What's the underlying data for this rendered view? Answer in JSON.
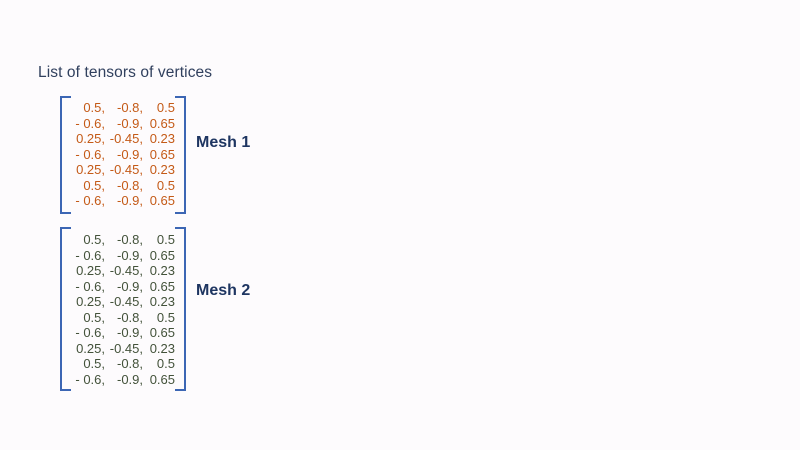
{
  "title": "List of tensors of vertices",
  "colors": {
    "background": "#FDFBFD",
    "title_text": "#31405E",
    "bracket_blue": "#3C66B4",
    "mesh_label_text": "#1E3561",
    "mesh1_values": "#C45A17",
    "mesh2_values": "#43523A"
  },
  "meshes": [
    {
      "label": "Mesh 1",
      "value_color": "#C45A17",
      "rows": [
        [
          "0.5,",
          "-0.8,",
          "0.5"
        ],
        [
          "- 0.6,",
          "-0.9,",
          "0.65"
        ],
        [
          "0.25,",
          "-0.45,",
          "0.23"
        ],
        [
          "- 0.6,",
          "-0.9,",
          "0.65"
        ],
        [
          "0.25,",
          "-0.45,",
          "0.23"
        ],
        [
          "0.5,",
          "-0.8,",
          "0.5"
        ],
        [
          "- 0.6,",
          "-0.9,",
          "0.65"
        ]
      ]
    },
    {
      "label": "Mesh 2",
      "value_color": "#43523A",
      "rows": [
        [
          "0.5,",
          "-0.8,",
          "0.5"
        ],
        [
          "- 0.6,",
          "-0.9,",
          "0.65"
        ],
        [
          "0.25,",
          "-0.45,",
          "0.23"
        ],
        [
          "- 0.6,",
          "-0.9,",
          "0.65"
        ],
        [
          "0.25,",
          "-0.45,",
          "0.23"
        ],
        [
          "0.5,",
          "-0.8,",
          "0.5"
        ],
        [
          "- 0.6,",
          "-0.9,",
          "0.65"
        ],
        [
          "0.25,",
          "-0.45,",
          "0.23"
        ],
        [
          "0.5,",
          "-0.8,",
          "0.5"
        ],
        [
          "- 0.6,",
          "-0.9,",
          "0.65"
        ]
      ]
    }
  ]
}
